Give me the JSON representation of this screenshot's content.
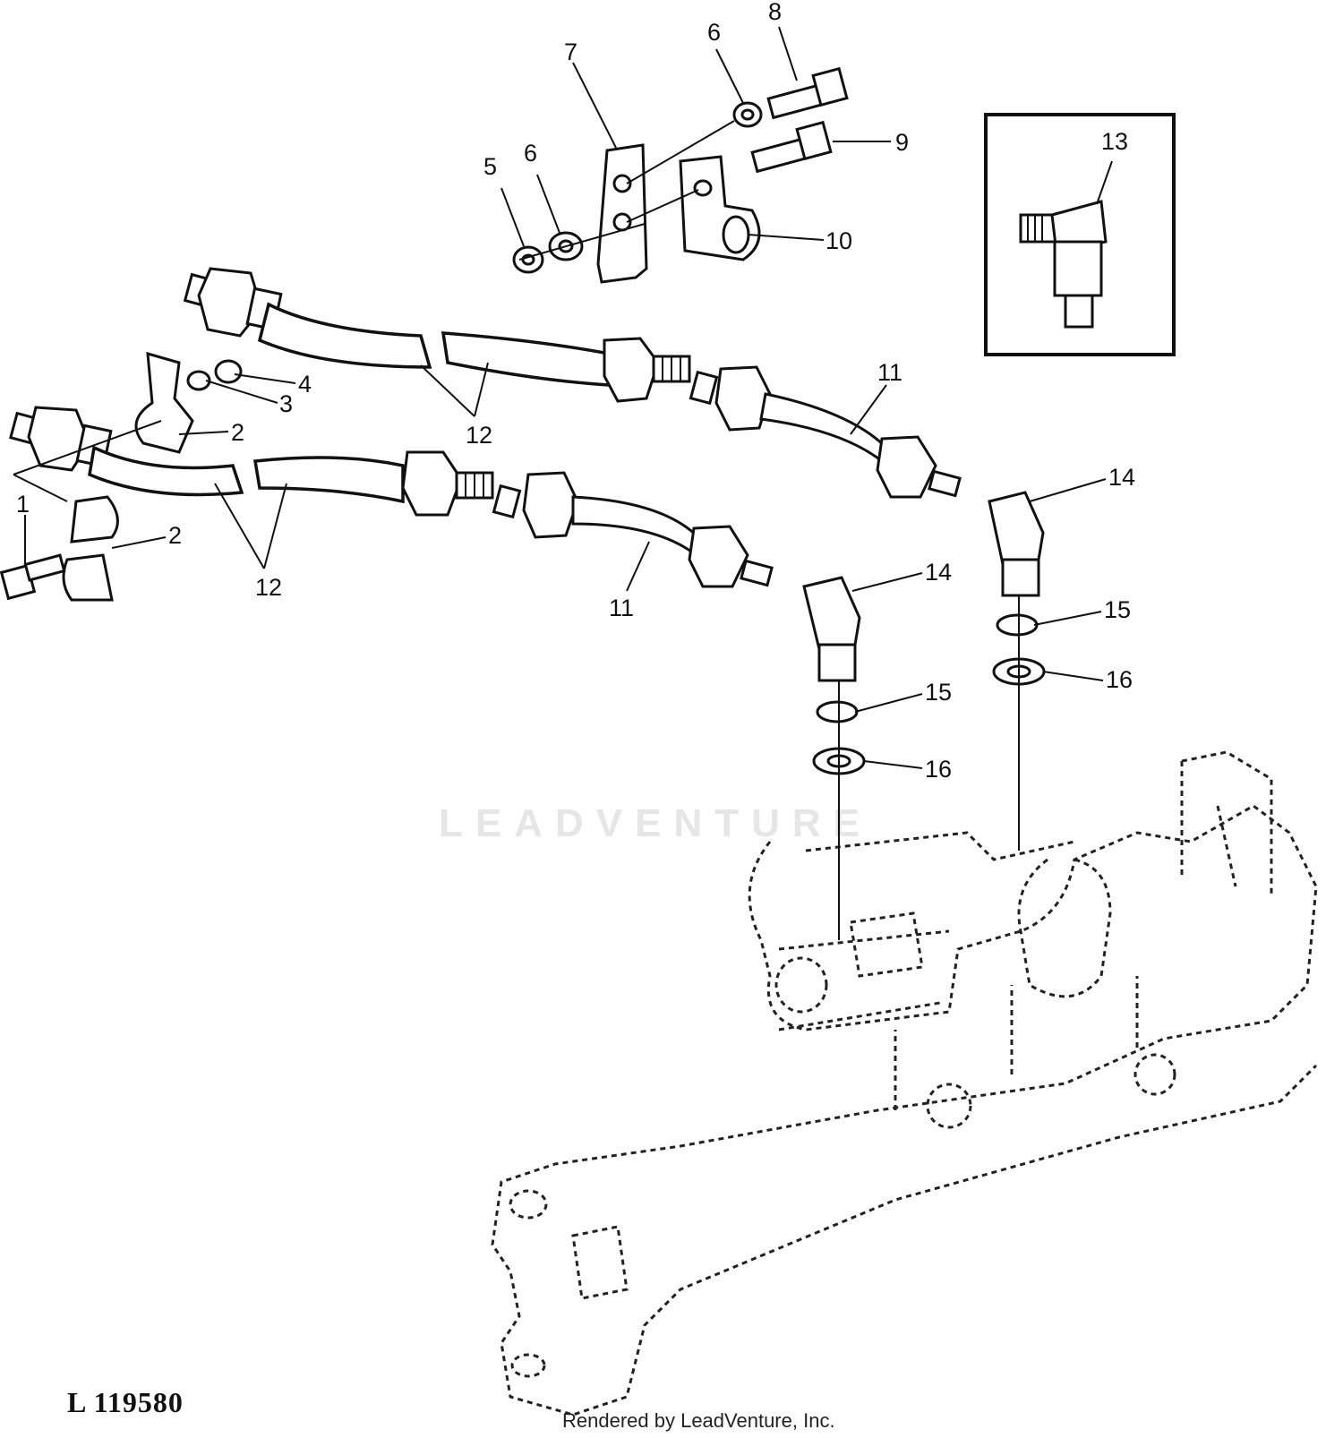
{
  "diagram": {
    "figure_number": "L 119580",
    "credit": "Rendered by LeadVenture, Inc.",
    "watermark": "LEADVENTURE",
    "callouts": [
      {
        "id": "c1",
        "label": "1"
      },
      {
        "id": "c2a",
        "label": "2"
      },
      {
        "id": "c2b",
        "label": "2"
      },
      {
        "id": "c3",
        "label": "3"
      },
      {
        "id": "c4",
        "label": "4"
      },
      {
        "id": "c5",
        "label": "5"
      },
      {
        "id": "c6a",
        "label": "6"
      },
      {
        "id": "c6b",
        "label": "6"
      },
      {
        "id": "c7",
        "label": "7"
      },
      {
        "id": "c8",
        "label": "8"
      },
      {
        "id": "c9",
        "label": "9"
      },
      {
        "id": "c10",
        "label": "10"
      },
      {
        "id": "c11a",
        "label": "11"
      },
      {
        "id": "c11b",
        "label": "11"
      },
      {
        "id": "c12a",
        "label": "12"
      },
      {
        "id": "c12b",
        "label": "12"
      },
      {
        "id": "c13",
        "label": "13"
      },
      {
        "id": "c14a",
        "label": "14"
      },
      {
        "id": "c14b",
        "label": "14"
      },
      {
        "id": "c15a",
        "label": "15"
      },
      {
        "id": "c15b",
        "label": "15"
      },
      {
        "id": "c16a",
        "label": "16"
      },
      {
        "id": "c16b",
        "label": "16"
      }
    ]
  }
}
